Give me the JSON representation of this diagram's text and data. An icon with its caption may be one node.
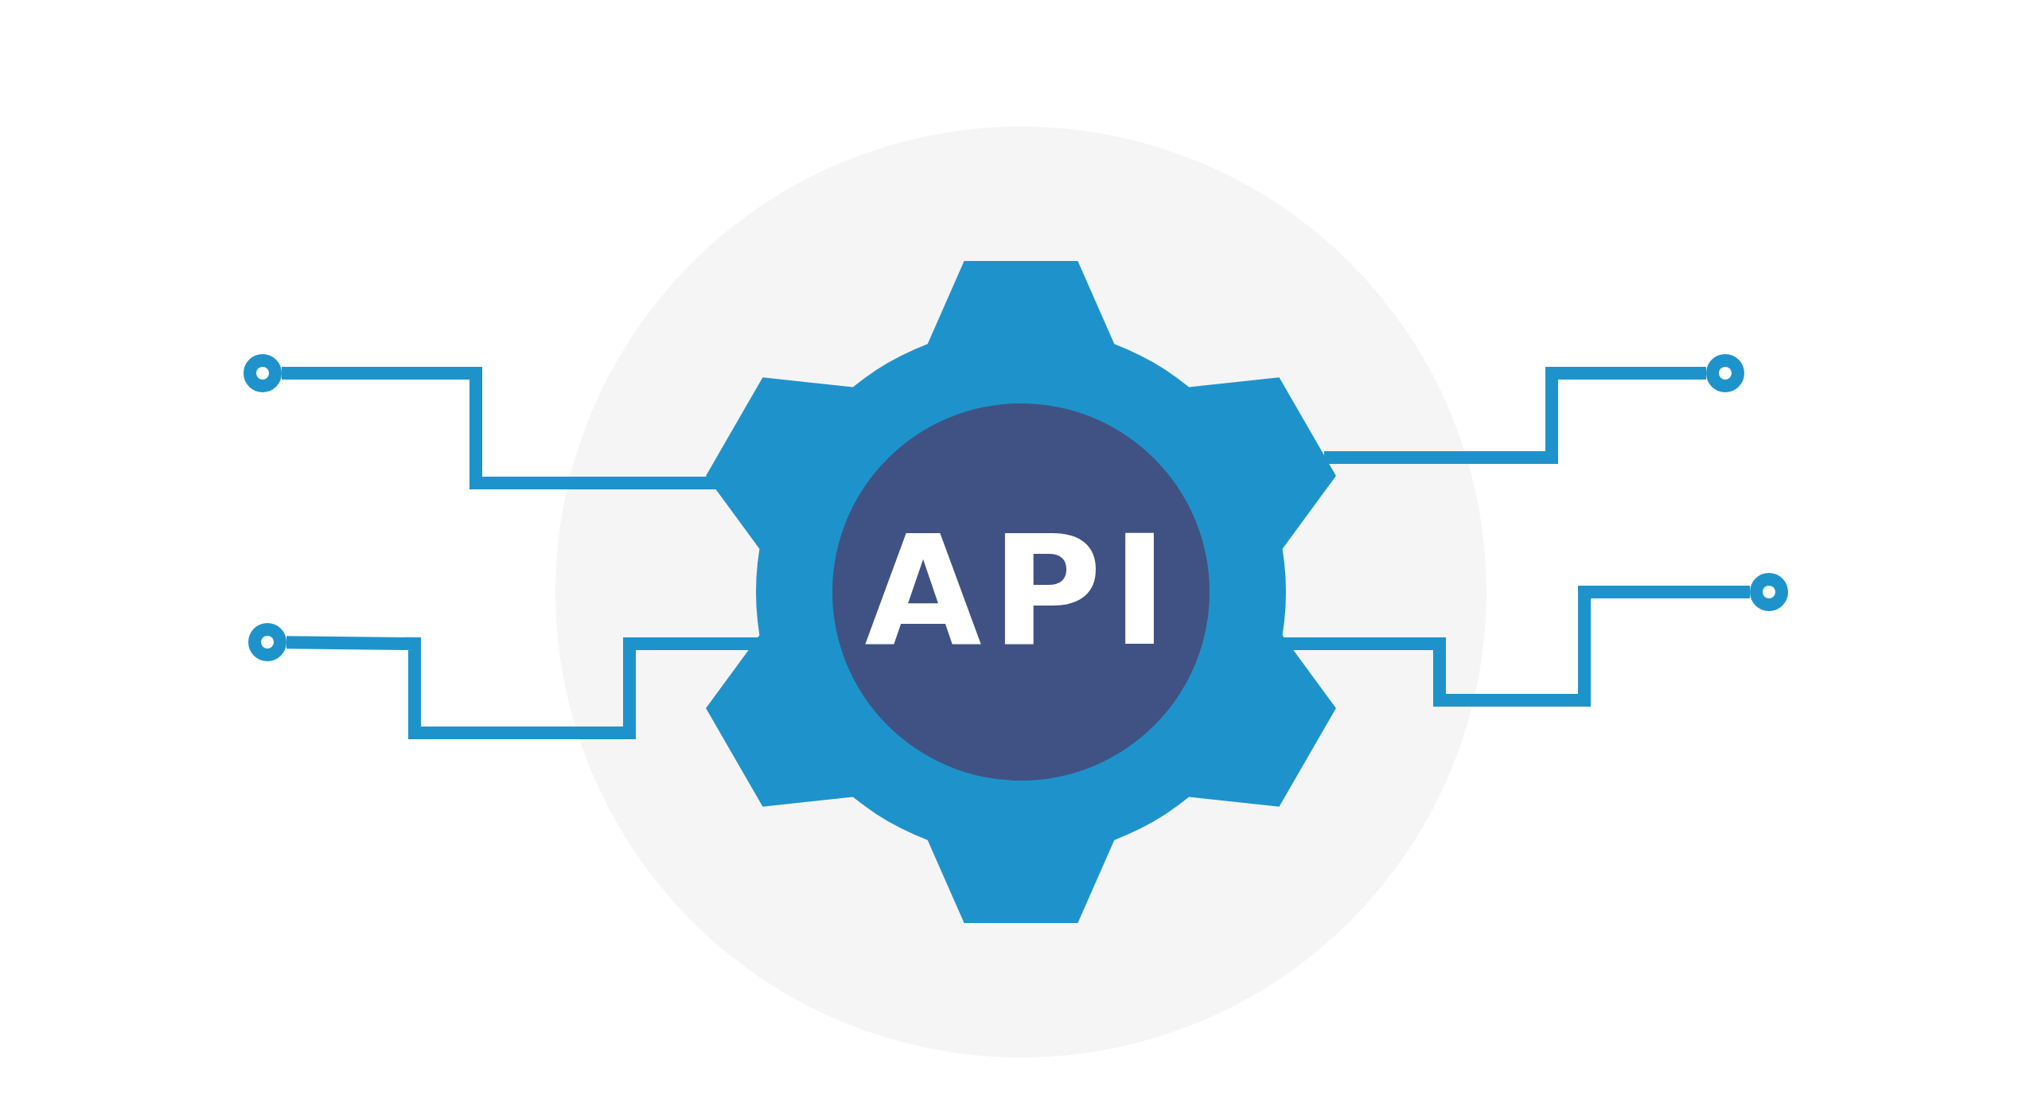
{
  "diagram": {
    "nodes": [
      {
        "text": [
          "API"
        ]
      },
      {
        "text": [],
        "shape": "circle"
      },
      {
        "text": [],
        "shape": "circle"
      },
      {
        "text": [],
        "shape": "circle"
      },
      {
        "text": [],
        "shape": "circle"
      }
    ],
    "edges": [
      {
        "from": 1,
        "to": 0,
        "arrow": "none"
      },
      {
        "from": 2,
        "to": 0,
        "arrow": "none"
      },
      {
        "from": 3,
        "to": 0,
        "arrow": "none"
      },
      {
        "from": 4,
        "to": 0,
        "arrow": "none"
      }
    ]
  }
}
